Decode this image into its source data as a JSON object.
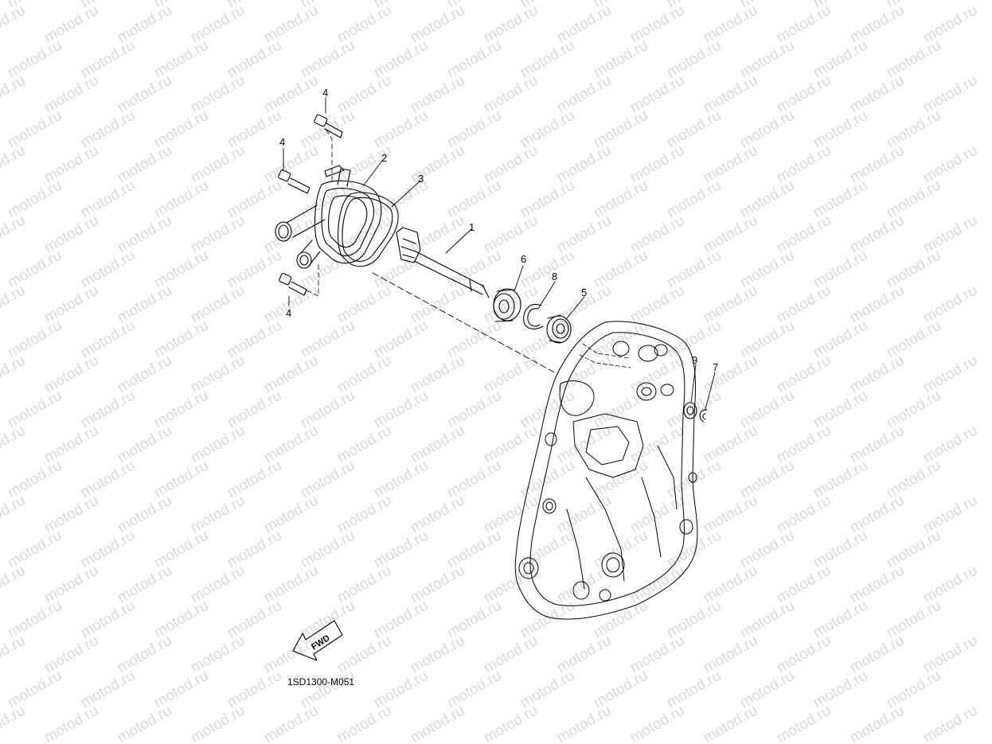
{
  "watermark": "motod.ru",
  "diagram_code": "1SD1300-M051",
  "fwd_label": "FWD",
  "callouts": [
    {
      "id": "1",
      "label": "1"
    },
    {
      "id": "2",
      "label": "2"
    },
    {
      "id": "3",
      "label": "3"
    },
    {
      "id": "4a",
      "label": "4"
    },
    {
      "id": "4b",
      "label": "4"
    },
    {
      "id": "4c",
      "label": "4"
    },
    {
      "id": "5",
      "label": "5"
    },
    {
      "id": "6",
      "label": "6"
    },
    {
      "id": "7",
      "label": "7"
    },
    {
      "id": "8",
      "label": "8"
    },
    {
      "id": "9",
      "label": "9"
    }
  ],
  "colors": {
    "line": "#000000",
    "watermark": "#d9d9d9",
    "background": "#ffffff"
  }
}
